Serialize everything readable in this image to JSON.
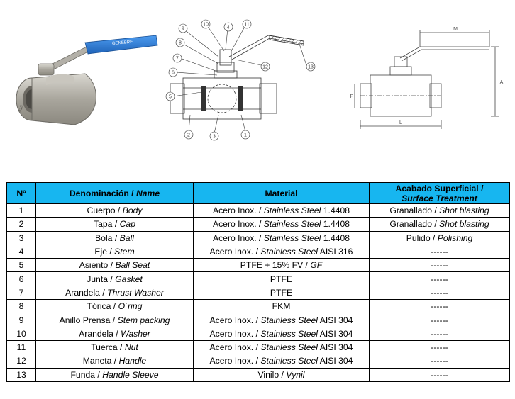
{
  "figures": {
    "photo": {
      "handle_color": "#2d7fd6",
      "body_color": "#b9b6ad",
      "handle_text": "GENEBRE"
    },
    "section_view": {
      "callouts": [
        "1",
        "2",
        "3",
        "4",
        "5",
        "6",
        "7",
        "8",
        "9",
        "10",
        "11",
        "12",
        "13"
      ]
    },
    "dimension_view": {
      "labels": {
        "length": "L",
        "height": "A",
        "handle": "M",
        "port": "P"
      }
    }
  },
  "table": {
    "headers": {
      "n": "Nº",
      "name": "Denominación",
      "name_en": "Name",
      "material": "Material",
      "finish": "Acabado Superficial /",
      "finish_en": "Surface Treatment"
    },
    "rows": [
      {
        "n": "1",
        "es": "Cuerpo",
        "en": "Body",
        "mat_es": "Acero Inox.",
        "mat_en": "Stainless Steel",
        "mat_code": "1.4408",
        "fin_es": "Granallado",
        "fin_en": "Shot blasting"
      },
      {
        "n": "2",
        "es": "Tapa",
        "en": "Cap",
        "mat_es": "Acero Inox.",
        "mat_en": "Stainless Steel",
        "mat_code": "1.4408",
        "fin_es": "Granallado",
        "fin_en": "Shot blasting"
      },
      {
        "n": "3",
        "es": "Bola",
        "en": "Ball",
        "mat_es": "Acero Inox.",
        "mat_en": "Stainless Steel",
        "mat_code": "1.4408",
        "fin_es": "Pulido",
        "fin_en": "Polishing"
      },
      {
        "n": "4",
        "es": "Eje",
        "en": "Stem",
        "mat_es": "Acero Inox.",
        "mat_en": "Stainless Steel",
        "mat_code": "AISI 316",
        "fin_plain": "------"
      },
      {
        "n": "5",
        "es": "Asiento",
        "en": "Ball Seat",
        "mat_plain": "PTFE + 15% FV /",
        "mat_plain_en": "GF",
        "fin_plain": "------"
      },
      {
        "n": "6",
        "es": "Junta",
        "en": "Gasket",
        "mat_single": "PTFE",
        "fin_plain": "------"
      },
      {
        "n": "7",
        "es": "Arandela",
        "en": "Thrust Washer",
        "mat_single": "PTFE",
        "fin_plain": "------"
      },
      {
        "n": "8",
        "es": "Tórica",
        "en": "O´ring",
        "mat_single": "FKM",
        "fin_plain": "------"
      },
      {
        "n": "9",
        "es": "Anillo Prensa",
        "en": "Stem packing",
        "mat_es": "Acero Inox.",
        "mat_en": "Stainless Steel",
        "mat_code": "AISI 304",
        "fin_plain": "------"
      },
      {
        "n": "10",
        "es": "Arandela",
        "en": "Washer",
        "mat_es": "Acero Inox.",
        "mat_en": "Stainless Steel",
        "mat_code": "AISI 304",
        "fin_plain": "------"
      },
      {
        "n": "11",
        "es": "Tuerca",
        "en": "Nut",
        "mat_es": "Acero Inox.",
        "mat_en": "Stainless Steel",
        "mat_code": "AISI 304",
        "fin_plain": "------"
      },
      {
        "n": "12",
        "es": "Maneta",
        "en": "Handle",
        "mat_es": "Acero Inox.",
        "mat_en": "Stainless Steel",
        "mat_code": "AISI 304",
        "fin_plain": "------"
      },
      {
        "n": "13",
        "es": "Funda",
        "en": "Handle Sleeve",
        "mat_plain": "Vinilo /",
        "mat_plain_en": "Vynil",
        "fin_plain": "------"
      }
    ]
  }
}
